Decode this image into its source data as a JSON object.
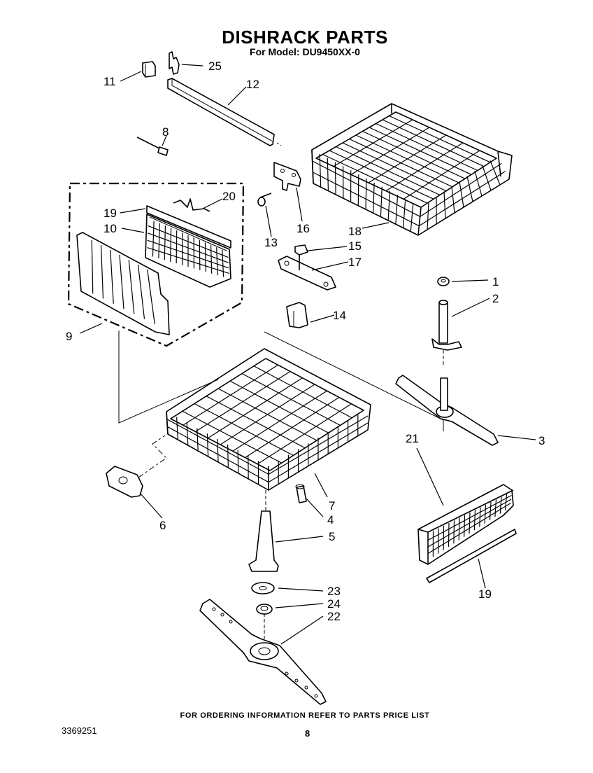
{
  "header": {
    "title": "DISHRACK PARTS",
    "model_line": "For Model: DU9450XX-0"
  },
  "callouts": {
    "c1": "1",
    "c2": "2",
    "c3": "3",
    "c4": "4",
    "c5": "5",
    "c6": "6",
    "c7": "7",
    "c8": "8",
    "c9": "9",
    "c10": "10",
    "c11": "11",
    "c12": "12",
    "c13": "13",
    "c14": "14",
    "c15": "15",
    "c16": "16",
    "c17": "17",
    "c18": "18",
    "c19a": "19",
    "c19b": "19",
    "c20": "20",
    "c21": "21",
    "c22": "22",
    "c23": "23",
    "c24": "24",
    "c25": "25"
  },
  "footer": {
    "ordering_note": "FOR ORDERING INFORMATION REFER TO PARTS PRICE LIST",
    "doc_number": "3369251",
    "page_number": "8"
  }
}
